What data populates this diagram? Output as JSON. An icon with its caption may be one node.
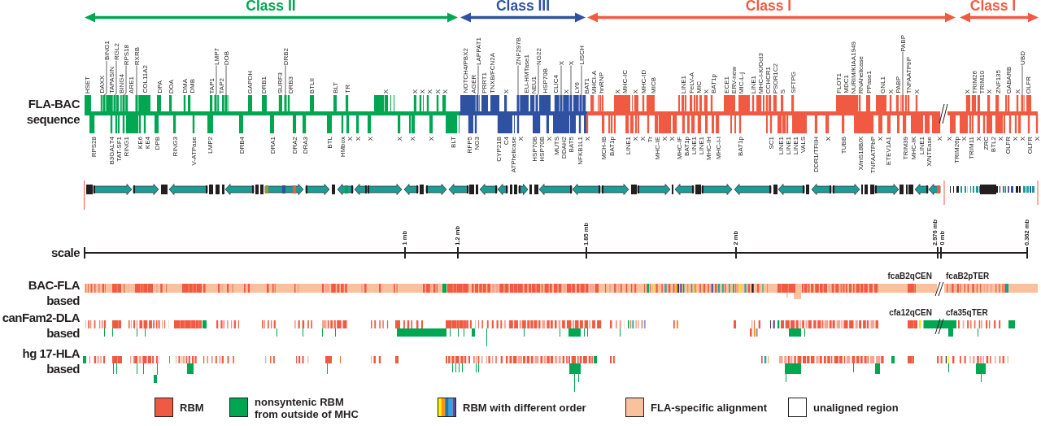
{
  "diagram": {
    "nodes": [
      {
        "text": [
          "BING1"
        ]
      },
      {
        "text": [],
        "shape": "bar"
      },
      {
        "text": [
          "RGL2"
        ]
      },
      {
        "text": [],
        "shape": "bar"
      },
      {
        "text": [
          "RPS18"
        ]
      },
      {
        "text": [],
        "shape": "bar"
      },
      {
        "text": [
          "RXRB"
        ]
      },
      {
        "text": [],
        "shape": "bar"
      },
      {
        "text": [
          "LMP7"
        ]
      },
      {
        "text": [],
        "shape": "bar"
      },
      {
        "text": [
          "DOB"
        ]
      },
      {
        "text": [],
        "shape": "bar"
      },
      {
        "text": [
          "DRB2"
        ]
      },
      {
        "text": [],
        "shape": "bar"
      },
      {
        "text": [
          "LAPPAT1"
        ]
      },
      {
        "text": [],
        "shape": "bar"
      },
      {
        "text": [
          "ZNF297B"
        ]
      },
      {
        "text": [],
        "shape": "bar"
      },
      {
        "text": [
          "NG22"
        ]
      },
      {
        "text": [],
        "shape": "bar"
      },
      {
        "text": [
          "X"
        ]
      },
      {
        "text": [],
        "shape": "bar"
      },
      {
        "text": [
          "X"
        ]
      },
      {
        "text": [],
        "shape": "bar"
      },
      {
        "text": [
          "LISCH"
        ]
      },
      {
        "text": [],
        "shape": "bar"
      },
      {
        "text": [
          "PABP"
        ]
      },
      {
        "text": [],
        "shape": "bar"
      },
      {
        "text": [
          "UBD"
        ]
      },
      {
        "text": [],
        "shape": "bar"
      }
    ],
    "edges": [
      {
        "from": 0,
        "to": 1,
        "arrow": "none"
      },
      {
        "from": 2,
        "to": 3,
        "arrow": "none"
      },
      {
        "from": 4,
        "to": 5,
        "arrow": "none"
      },
      {
        "from": 6,
        "to": 7,
        "arrow": "none"
      },
      {
        "from": 8,
        "to": 9,
        "arrow": "none"
      },
      {
        "from": 10,
        "to": 11,
        "arrow": "none"
      },
      {
        "from": 12,
        "to": 13,
        "arrow": "none"
      },
      {
        "from": 14,
        "to": 15,
        "arrow": "none"
      },
      {
        "from": 16,
        "to": 17,
        "arrow": "none"
      },
      {
        "from": 18,
        "to": 19,
        "arrow": "none"
      },
      {
        "from": 20,
        "to": 21,
        "arrow": "none"
      },
      {
        "from": 22,
        "to": 23,
        "arrow": "none"
      },
      {
        "from": 24,
        "to": 25,
        "arrow": "none"
      },
      {
        "from": 26,
        "to": 27,
        "arrow": "none"
      },
      {
        "from": 28,
        "to": 29,
        "arrow": "none"
      }
    ],
    "labels": [
      "Class II",
      "Class III",
      "Class I",
      "Class I",
      "HSET",
      "DAXX",
      "TAPASIN",
      "BING4",
      "ARE1",
      "COL11A2",
      "DPA",
      "DOA",
      "DMA",
      "DMB",
      "TAP1",
      "TAP2",
      "GAPDH",
      "DRB1",
      "SURF3",
      "DRB3",
      "BTLII",
      "BLT",
      "TR",
      "X",
      "X",
      "X",
      "X",
      "X",
      "X",
      "NOTCH4/PBX2",
      "AGER",
      "PRRT1",
      "TNXB/FCN2A",
      "X",
      "EU-HMTase1",
      "NEU1",
      "HSP70B",
      "CLIC4",
      "X",
      "LY6",
      "BAT1",
      "MHCI-A",
      "hnRNP",
      "X",
      "MHC-IC",
      "X",
      "MHC-ID",
      "MICB",
      "LINE1",
      "FeLV-A",
      "MIC",
      "X",
      "BAT1p",
      "ECE1",
      "ERV-new",
      "MIC-L-j",
      "LINE1",
      "MHC-I-K/Oct3",
      "CCHCR1",
      "PSOR1C2",
      "S",
      "SFTPG",
      "FLOT1",
      "MDC1",
      "NURIM/KIAA1949",
      "RNAhelicase",
      "PPase1",
      "GNL1",
      "X",
      "PABP",
      "TNFAATPbP",
      "X",
      "X",
      "TRIM26",
      "TRIM10",
      "X",
      "ZNF135",
      "GABARB",
      "X",
      "OLFR",
      "FLA-BAC sequence",
      "RPS28",
      "B3GALT4",
      "TAT-SF1",
      "RING1",
      "KE6",
      "KE4",
      "DPB",
      "RING3",
      "V-ATPase",
      "LMP2",
      "DRB4",
      "DRA1",
      "DRA2",
      "DRA3",
      "BTL",
      "HMbox",
      "X",
      "X",
      "X",
      "X",
      "X",
      "X",
      "BLT",
      "RFP5",
      "NG3",
      "CYP21B",
      "C4",
      "ATPhelicase",
      "X",
      "HSP70B",
      "HSP70B",
      "X",
      "MUTS",
      "DDAH2",
      "BAT5",
      "NFKB1L1",
      "X",
      "MCH-IB",
      "BAT1p",
      "LINE1",
      "X",
      "X",
      "Tr",
      "MHC-IE",
      "X",
      "X",
      "MHC-IF",
      "BAT1p",
      "LINE1",
      "LINE1",
      "MHC-IH",
      "MHC-I-I",
      "BAT1p",
      "SC1",
      "LINE1",
      "LINE1",
      "LINE1",
      "VALS",
      "DDR1/TFIIH",
      "X",
      "TUBB",
      "X/mS18B/X",
      "TNFAATPbP",
      "X",
      "ETEV1A1",
      "TRIM39",
      "MHC-IK",
      "LINE1",
      "X/NTEase",
      "X",
      "X",
      "TRIM26p",
      "X",
      "TRIM11",
      "X",
      "ZRC",
      "BTL2",
      "X",
      "OLFR",
      "X",
      "X",
      "OLFR",
      "X",
      "scale",
      "1 mb",
      "1.2 mb",
      "1.85 mb",
      "2 mb",
      "2.976 mb",
      "0 mb",
      "0.362 mb",
      "BAC-FLA based",
      "fcaB2qCEN",
      "fcaB2pTER",
      "canFam2-DLA based",
      "cfa12qCEN",
      "cfa35qTER",
      "hg 17-HLA based"
    ],
    "legend": [
      {
        "text": "RBM",
        "color": "#f15a42"
      },
      {
        "text": "nonsyntenic RBM from outside of MHC",
        "color": "#00a651"
      },
      {
        "text": "RBM with different order"
      },
      {
        "text": "FLA-specific alignment",
        "color": "#fbc09c"
      },
      {
        "text": "unaligned region",
        "color": "#ffffff"
      }
    ]
  }
}
